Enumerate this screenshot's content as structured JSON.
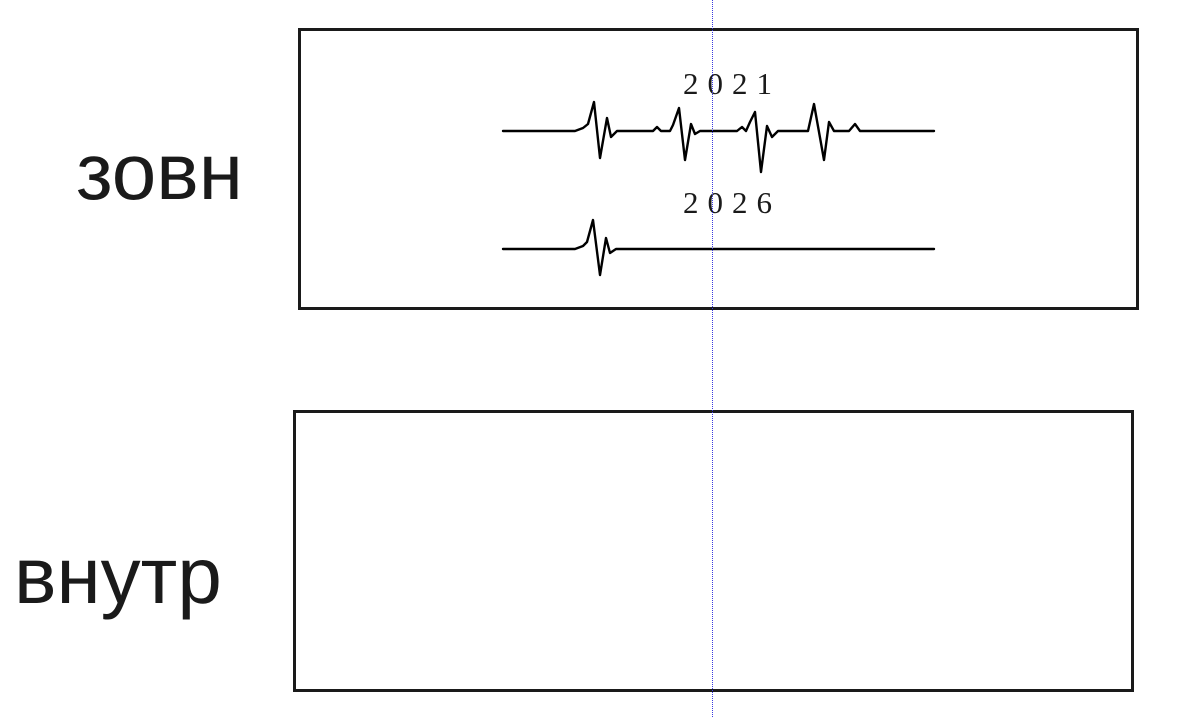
{
  "labels": {
    "outer": "зовн",
    "inner": "внутр"
  },
  "outer_panel": {
    "year_top": "2021",
    "year_bottom": "2026"
  },
  "colors": {
    "ink": "#1a1a1a",
    "guide": "#3a3adf",
    "background": "#ffffff"
  }
}
